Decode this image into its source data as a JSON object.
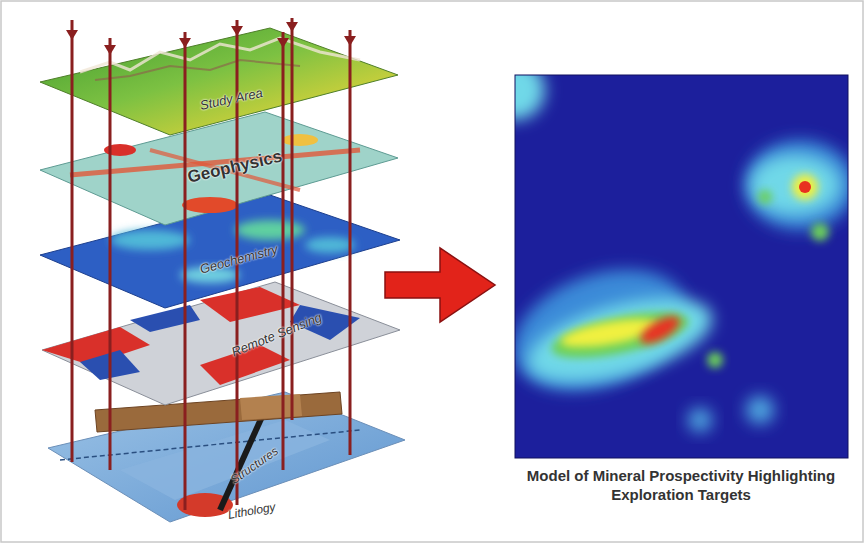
{
  "diagram": {
    "caption": "Model of Mineral Prospectivity Highlighting Exploration Targets",
    "labels": [
      "Study Area",
      "Geophysics",
      "Geochemistry",
      "Remote Sensing",
      "Structures",
      "Lithology"
    ]
  }
}
